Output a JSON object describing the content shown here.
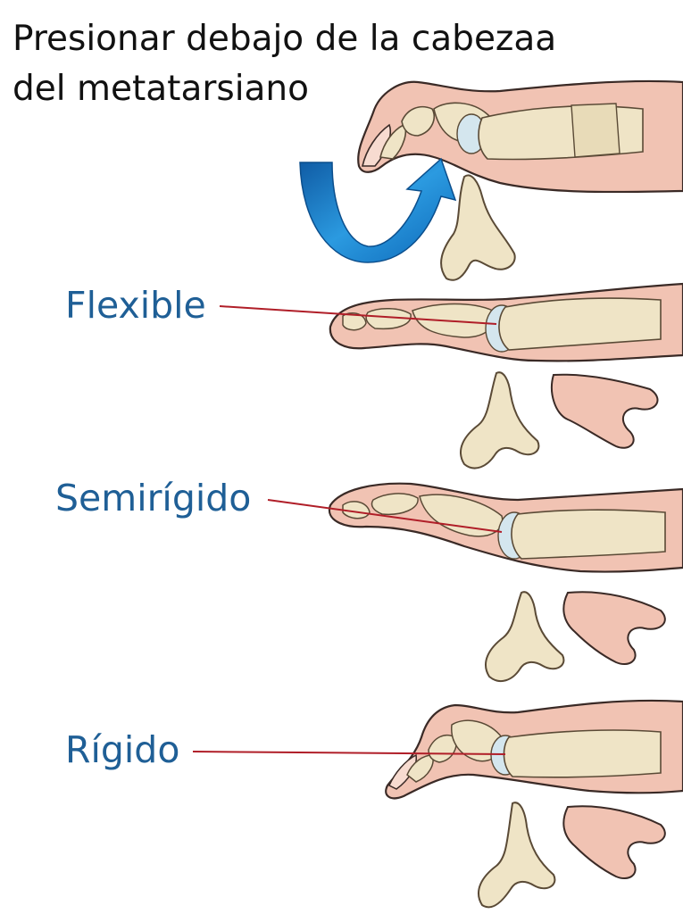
{
  "title_line1": "Presionar debajo de la cabezaa",
  "title_line2": "del metatarsiano",
  "labels": {
    "flexible": "Flexible",
    "semirigido": "Semirígido",
    "rigido": "Rígido"
  },
  "colors": {
    "label_text": "#1f5f96",
    "leader_line": "#b01e28",
    "arrow": "#1a86d3",
    "skin": "#f1c3b3",
    "skin_outline": "#3a2a26",
    "bone": "#efe4c6",
    "bone_outline": "#5a4a36",
    "cartilage": "#d4e6ee"
  },
  "icons": {
    "rotation_arrow": "curved-arrow-up-icon"
  }
}
